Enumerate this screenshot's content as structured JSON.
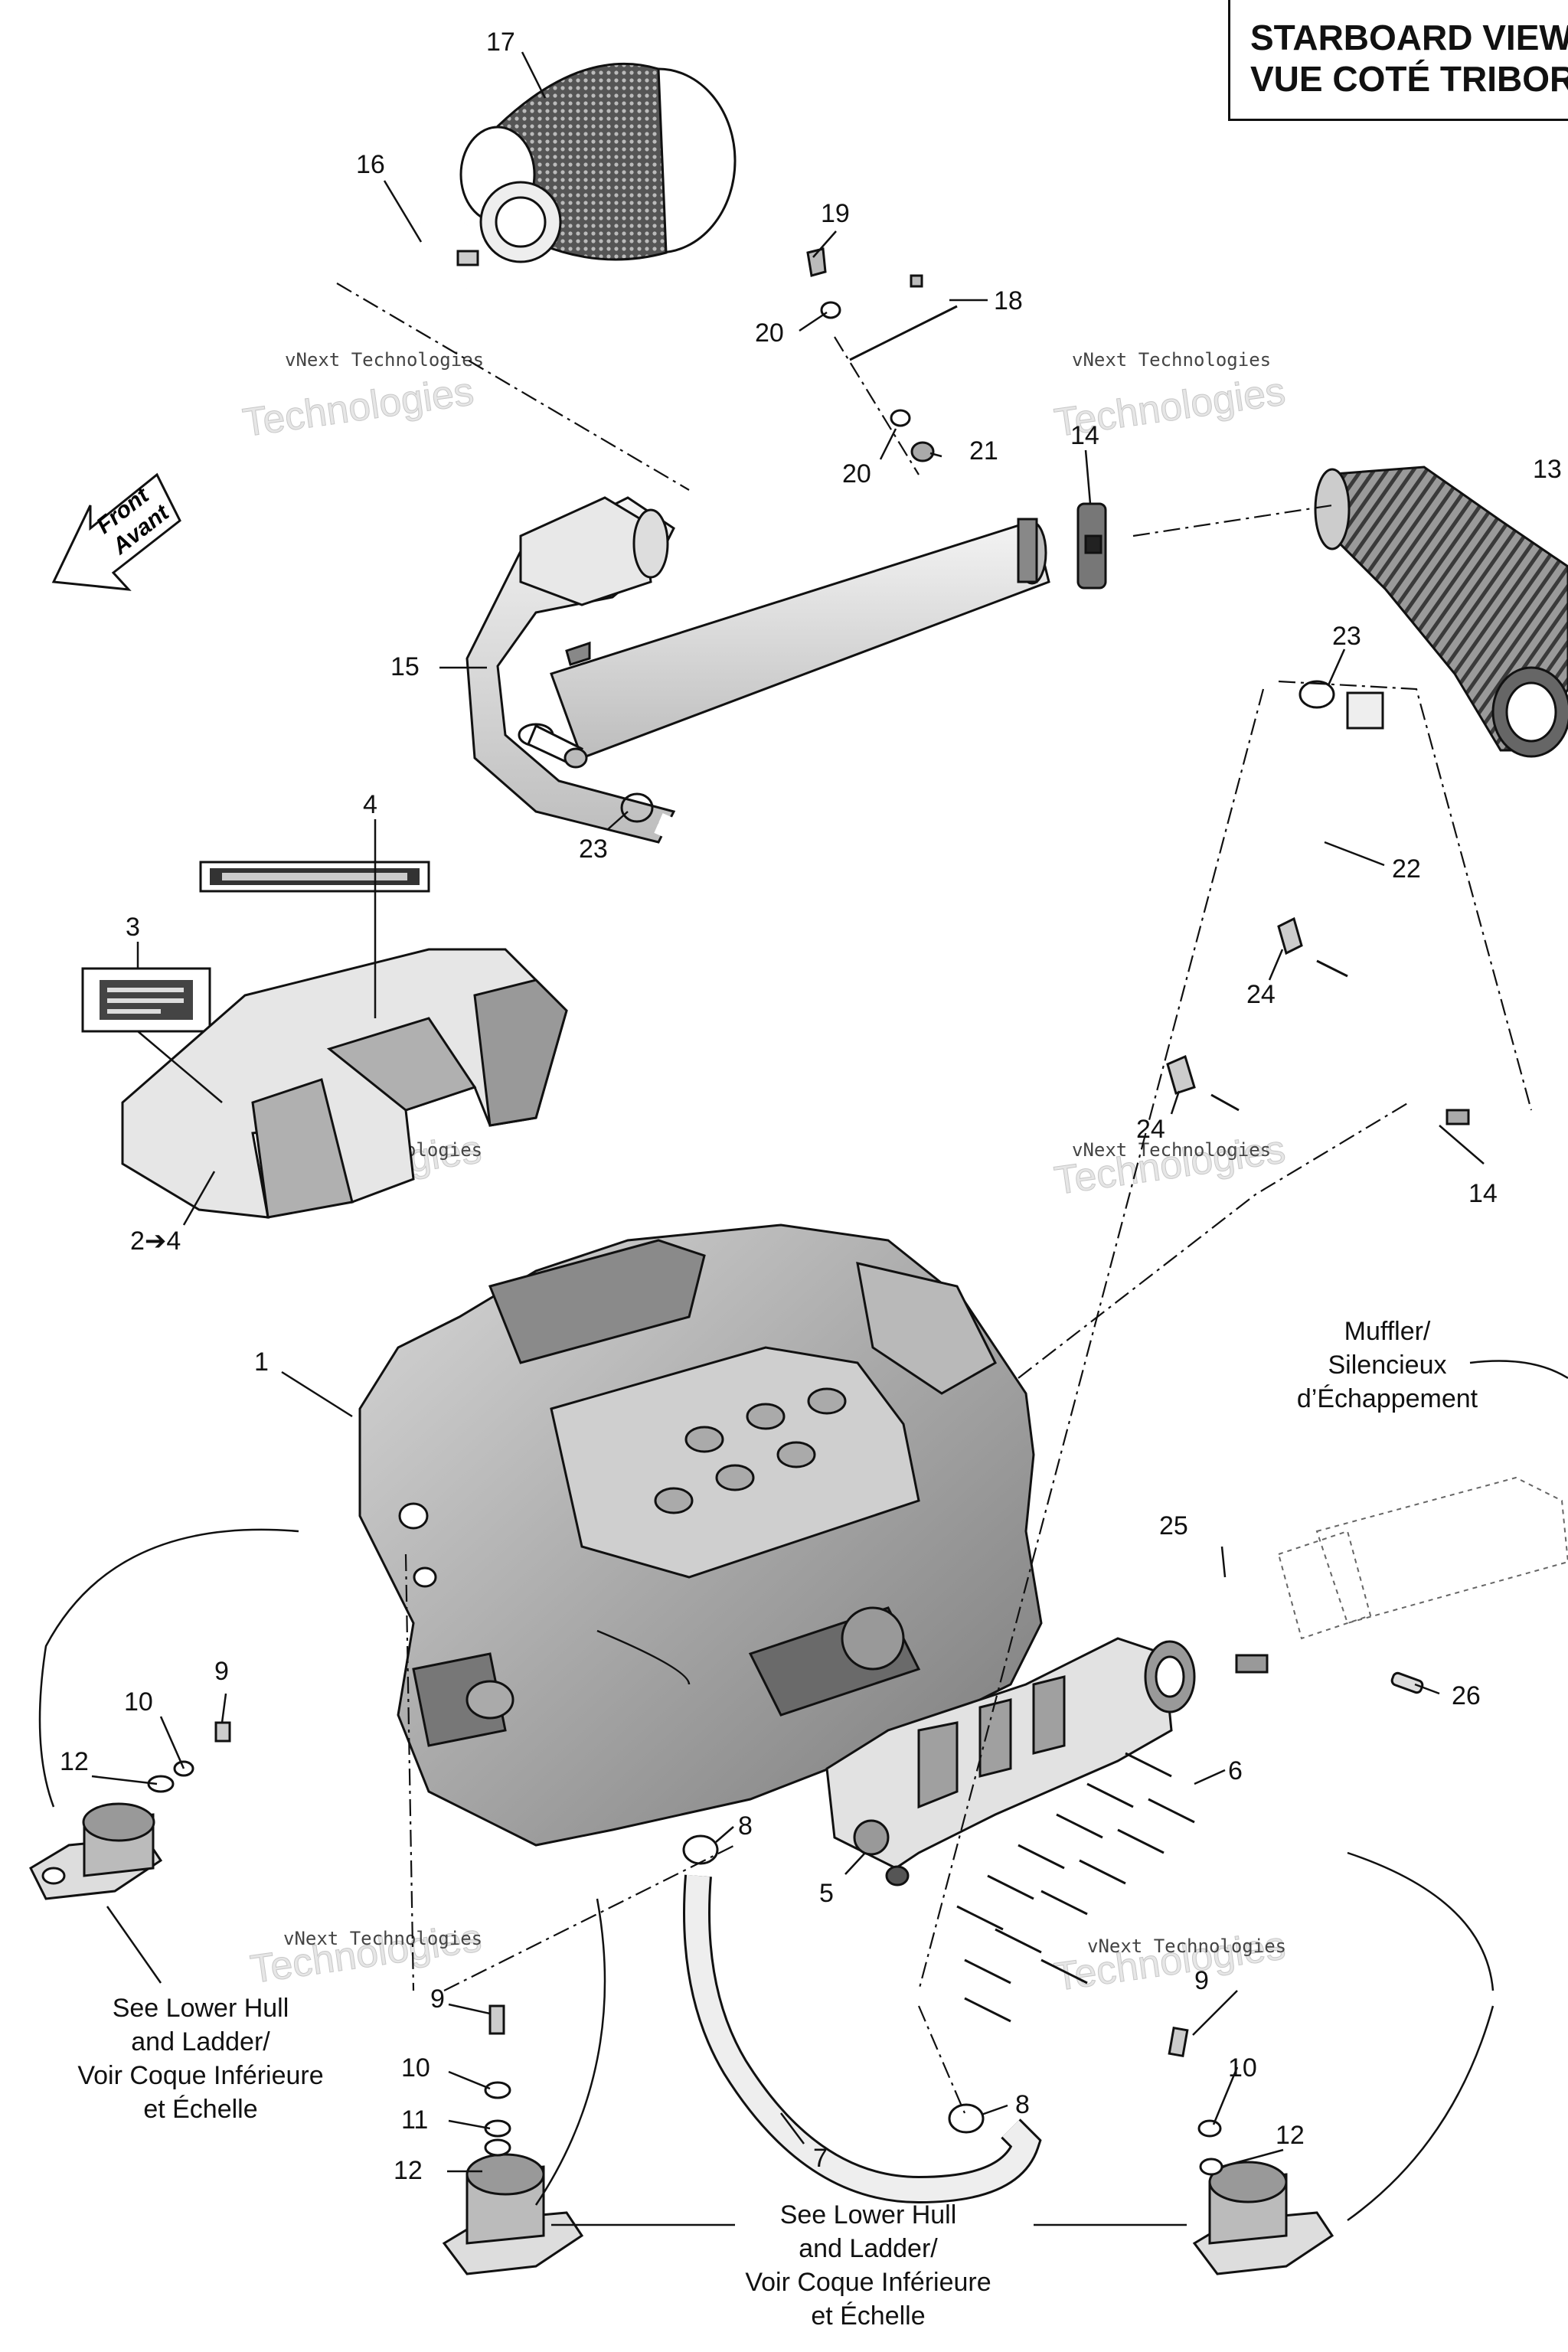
{
  "title": {
    "line1": "STARBOARD VIEW",
    "line2": "VUE COTÉ TRIBORD"
  },
  "direction": {
    "line1": "Front",
    "line2": "Avant"
  },
  "watermark": {
    "line1": "vNext Technologies",
    "line2": "Technologies",
    "line3": "vNext"
  },
  "notes": {
    "muffler": [
      "Muffler/",
      "Silencieux",
      "d’Échappement"
    ],
    "lower_left": [
      "See Lower Hull",
      "and Ladder/",
      "Voir Coque Inférieure",
      "et Échelle"
    ],
    "lower_center": [
      "See Lower Hull",
      "and Ladder/",
      "Voir Coque Inférieure",
      "et Échelle"
    ]
  },
  "callouts": {
    "c1": "1",
    "c2": "2➔4",
    "c3": "3",
    "c4": "4",
    "c5": "5",
    "c6": "6",
    "c7": "7",
    "c8a": "8",
    "c8b": "8",
    "c9a": "9",
    "c9b": "9",
    "c9c": "9",
    "c10a": "10",
    "c10b": "10",
    "c10c": "10",
    "c11": "11",
    "c12a": "12",
    "c12b": "12",
    "c12c": "12",
    "c13": "13",
    "c14a": "14",
    "c14b": "14",
    "c15": "15",
    "c16": "16",
    "c17": "17",
    "c18": "18",
    "c19": "19",
    "c20a": "20",
    "c20b": "20",
    "c21": "21",
    "c22": "22",
    "c23a": "23",
    "c23b": "23",
    "c24a": "24",
    "c24b": "24",
    "c25": "25",
    "c26": "26"
  }
}
